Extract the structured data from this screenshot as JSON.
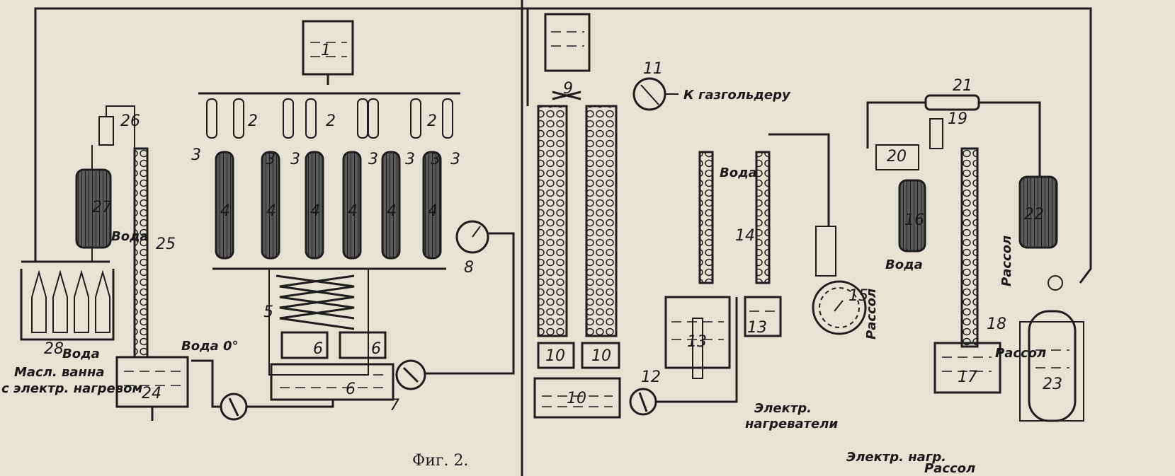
{
  "figure": {
    "caption": "Фиг. 2.",
    "numbers": [
      "1",
      "2",
      "2",
      "2",
      "3",
      "3",
      "3",
      "3",
      "3",
      "3",
      "3",
      "4",
      "4",
      "4",
      "4",
      "4",
      "4",
      "5",
      "6",
      "6",
      "6",
      "7",
      "8",
      "9",
      "10",
      "10",
      "10",
      "11",
      "12",
      "13",
      "13",
      "14",
      "15",
      "16",
      "17",
      "18",
      "19",
      "20",
      "21",
      "22",
      "23",
      "24",
      "25",
      "26",
      "27",
      "28"
    ],
    "labels": {
      "gasholder": "К газгольдеру",
      "water_27": "Вода",
      "water_25": "Вода",
      "water_0": "Вода 0°",
      "oil_bath_1": "Масл. ванна",
      "oil_bath_2": "с электр. нагревом",
      "water_14": "Вода",
      "heaters_1": "Электр.",
      "heaters_2": "нагреватели",
      "water_16": "Вода",
      "brine_16": "Рассол",
      "brine_22": "Рассол",
      "brine_18": "Рассол",
      "elec_heat_17": "Электр. нагр.",
      "brine_bottom": "Рассол"
    }
  }
}
